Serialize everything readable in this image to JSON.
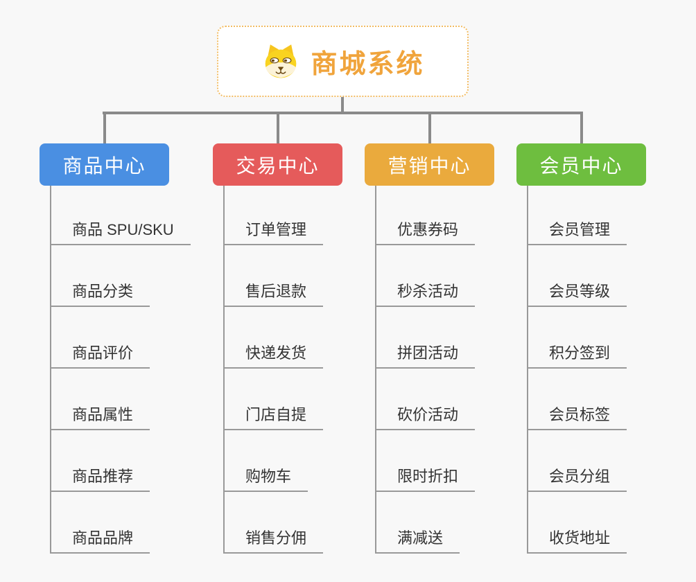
{
  "root": {
    "title": "商城系统",
    "icon": "shiba-dog-icon"
  },
  "branches": [
    {
      "label": "商品中心",
      "color": "#4A8FE2",
      "children": [
        "商品 SPU/SKU",
        "商品分类",
        "商品评价",
        "商品属性",
        "商品推荐",
        "商品品牌"
      ]
    },
    {
      "label": "交易中心",
      "color": "#E55B5B",
      "children": [
        "订单管理",
        "售后退款",
        "快递发货",
        "门店自提",
        "购物车",
        "销售分佣"
      ]
    },
    {
      "label": "营销中心",
      "color": "#EAAA3D",
      "children": [
        "优惠券码",
        "秒杀活动",
        "拼团活动",
        "砍价活动",
        "限时折扣",
        "满减送"
      ]
    },
    {
      "label": "会员中心",
      "color": "#6EBE3F",
      "children": [
        "会员管理",
        "会员等级",
        "积分签到",
        "会员标签",
        "会员分组",
        "收货地址"
      ]
    }
  ],
  "colors": {
    "background": "#F8F8F8",
    "connector": "#8A8A8A",
    "leaf_line": "#999999",
    "leaf_text": "#333333",
    "branch_text": "#FFFFFF",
    "root_title": "#F0A43C",
    "root_border": "#F2BC63",
    "dog_yellow": "#F9D320",
    "dog_ear": "#F6C51F",
    "dog_cream": "#FCF3D8",
    "dog_brown": "#6B4A14"
  }
}
